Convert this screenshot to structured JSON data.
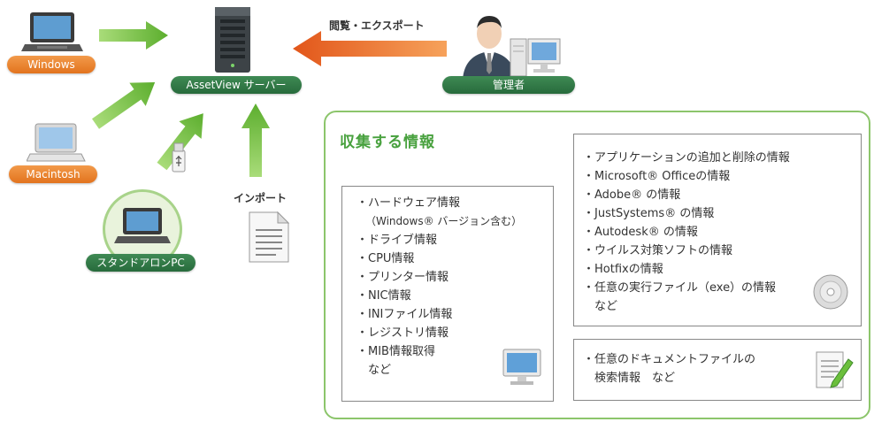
{
  "nodes": {
    "windows": "Windows",
    "macintosh": "Macintosh",
    "standalone": "スタンドアロンPC",
    "server": "AssetView サーバー",
    "admin": "管理者"
  },
  "edges": {
    "browse_export": "閲覧・エクスポート",
    "import": "インポート"
  },
  "panel": {
    "title": "収集する情報",
    "left_list": [
      "・ハードウェア情報",
      "（Windows® バージョン含む）",
      "・ドライブ情報",
      "・CPU情報",
      "・プリンター情報",
      "・NIC情報",
      "・INIファイル情報",
      "・レジストリ情報",
      "・MIB情報取得",
      "　など"
    ],
    "right_top_list": [
      "・アプリケーションの追加と削除の情報",
      "・Microsoft®  Officeの情報",
      "・Adobe® の情報",
      "・JustSystems®  の情報",
      "・Autodesk®  の情報",
      "・ウイルス対策ソフトの情報",
      "・Hotfixの情報",
      "・任意の実行ファイル（exe）の情報",
      "　など"
    ],
    "right_bottom_list": [
      "・任意のドキュメントファイルの",
      "　検索情報　など"
    ]
  },
  "colors": {
    "orange": "#e2731e",
    "dark_green": "#276b3c",
    "arrow_green": "#6bbf3c",
    "arrow_orange": "#e8661e",
    "panel_border": "#8cc56b",
    "panel_title": "#48a13e"
  },
  "icons": [
    "laptop-icon",
    "server-icon",
    "person-icon",
    "usb-icon",
    "document-icon",
    "monitor-icon",
    "cd-icon",
    "edit-document-icon"
  ]
}
